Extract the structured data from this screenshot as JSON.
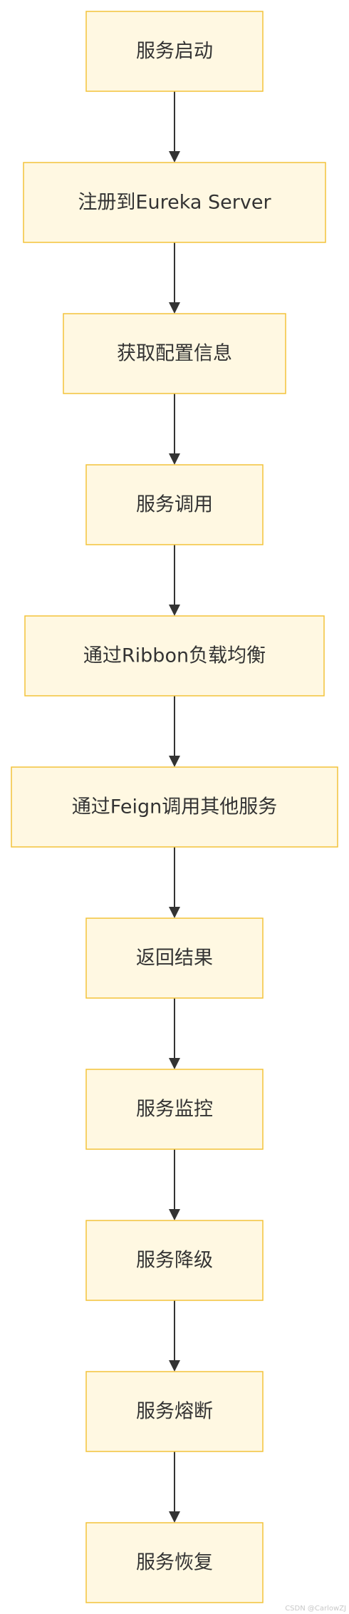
{
  "nodes": [
    "服务启动",
    "注册到Eureka Server",
    "获取配置信息",
    "服务调用",
    "通过Ribbon负载均衡",
    "通过Feign调用其他服务",
    "返回结果",
    "服务监控",
    "服务降级",
    "服务熔断",
    "服务恢复"
  ],
  "watermark": "CSDN @CarlowZJ",
  "colors": {
    "node_fill": "#fff8e2",
    "node_border": "#f3c33a",
    "arrow": "#333333",
    "text": "#333333"
  }
}
